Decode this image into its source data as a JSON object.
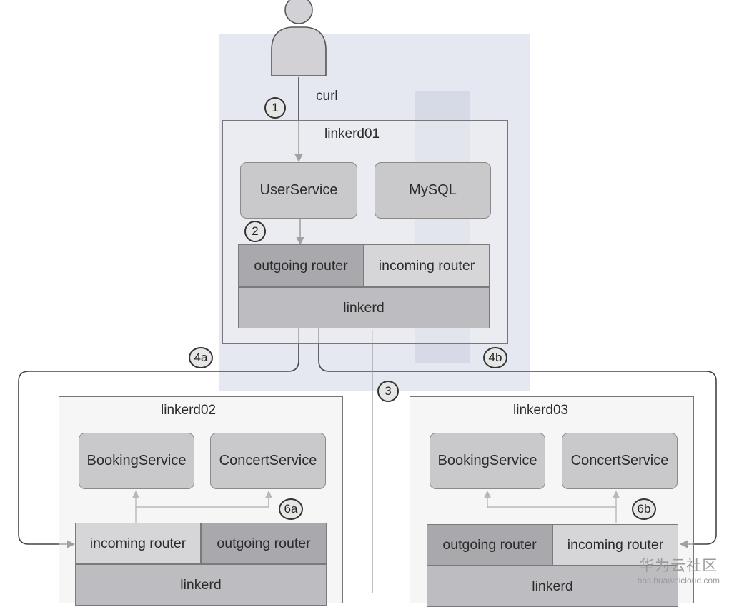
{
  "actor": {
    "label": "curl"
  },
  "steps": {
    "s1": "1",
    "s2": "2",
    "s3": "3",
    "s4a": "4a",
    "s4b": "4b",
    "s6a": "6a",
    "s6b": "6b"
  },
  "node01": {
    "title": "linkerd01",
    "user_service": "UserService",
    "mysql": "MySQL",
    "outgoing": "outgoing router",
    "incoming": "incoming router",
    "linkerd": "linkerd"
  },
  "node02": {
    "title": "linkerd02",
    "booking": "BookingService",
    "concert": "ConcertService",
    "incoming": "incoming router",
    "outgoing": "outgoing router",
    "linkerd": "linkerd"
  },
  "node03": {
    "title": "linkerd03",
    "booking": "BookingService",
    "concert": "ConcertService",
    "outgoing": "outgoing router",
    "incoming": "incoming router",
    "linkerd": "linkerd"
  },
  "brand": {
    "cn": "华为云社区",
    "url": "bbs.huaweicloud.com"
  },
  "colors": {
    "line": "#444444",
    "light_line": "#888888",
    "watermark": "#cfd6e6"
  }
}
